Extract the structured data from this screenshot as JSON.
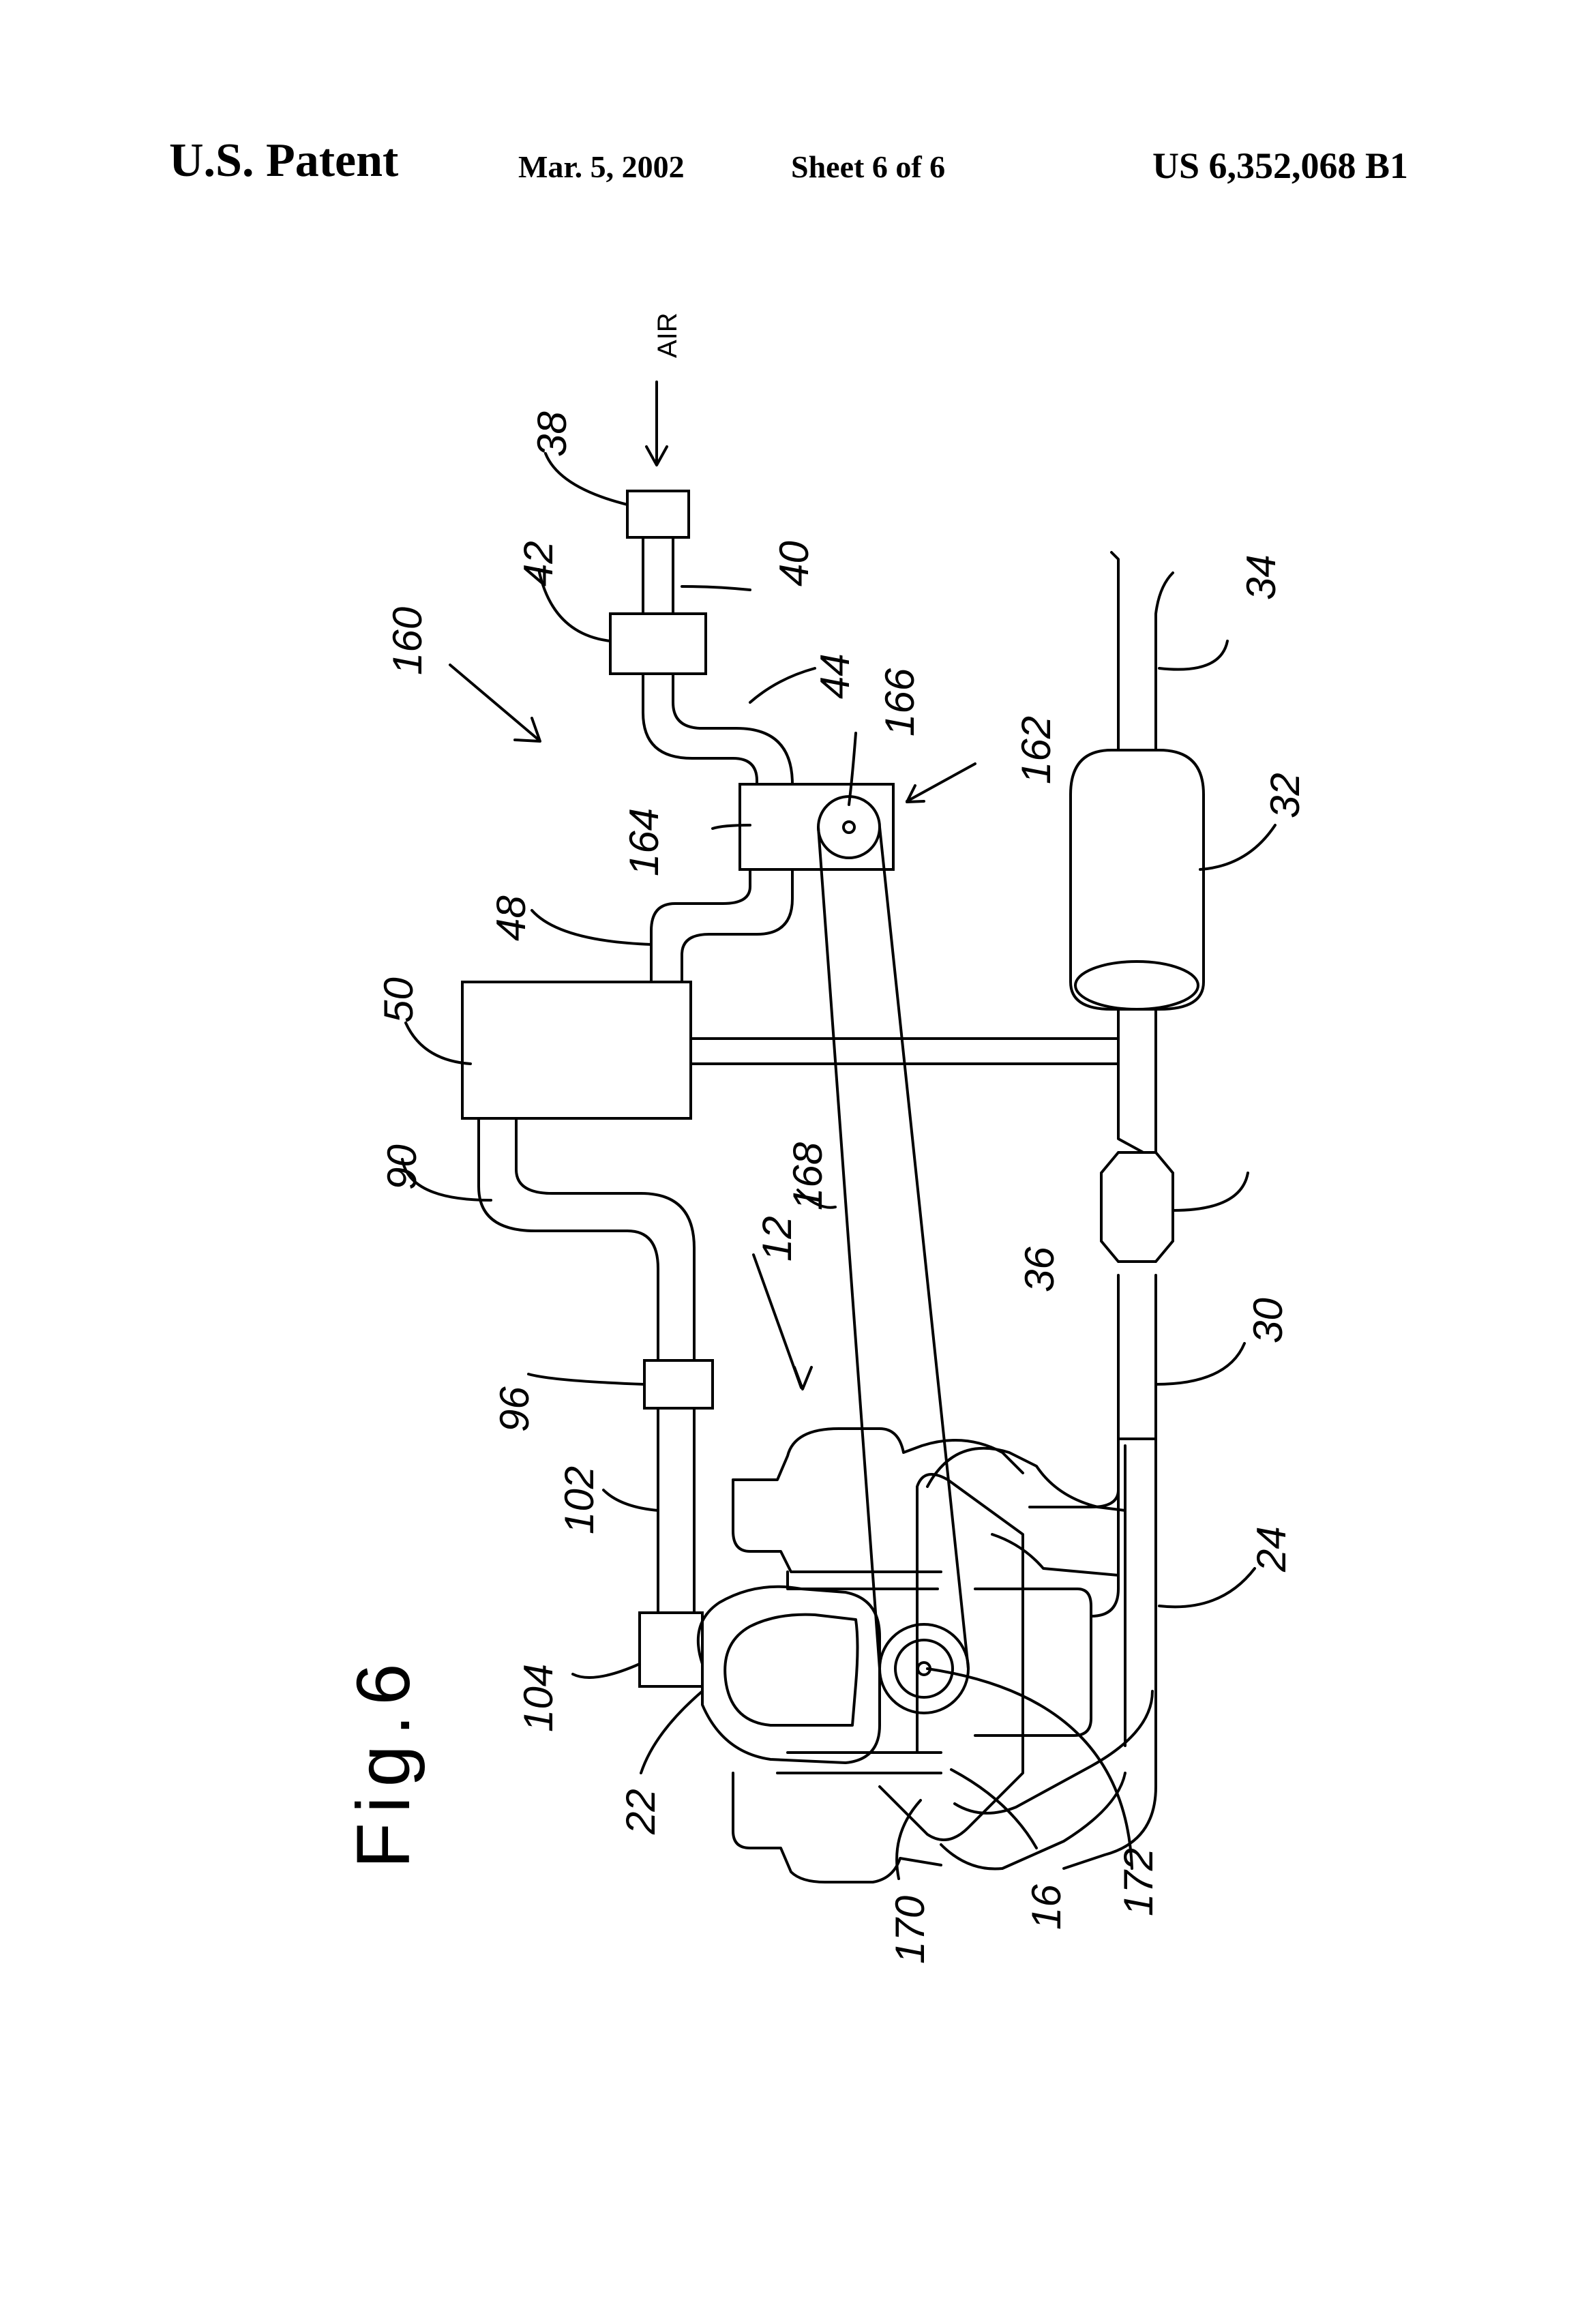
{
  "header": {
    "left": "U.S. Patent",
    "date": "Mar. 5, 2002",
    "sheet": "Sheet 6 of 6",
    "number": "US 6,352,068 B1"
  },
  "figure": {
    "title": "Fig.6",
    "air_label": "AIR"
  },
  "labels": {
    "l160": "160",
    "l38": "38",
    "l42": "42",
    "l40": "40",
    "l44": "44",
    "l166": "166",
    "l162": "162",
    "l164": "164",
    "l48": "48",
    "l50": "50",
    "l34": "34",
    "l32": "32",
    "l90": "90",
    "l168": "168",
    "l36": "36",
    "l12": "12",
    "l30": "30",
    "l96": "96",
    "l102": "102",
    "l24": "24",
    "l104": "104",
    "l22": "22",
    "l170": "170",
    "l16": "16",
    "l172": "172"
  }
}
